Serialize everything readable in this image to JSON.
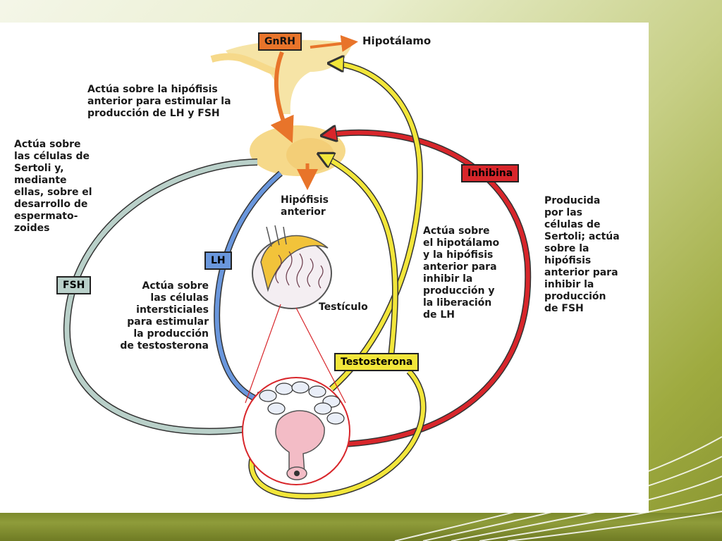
{
  "colors": {
    "gnrh": "#e8742a",
    "yellow": "#f2e63a",
    "red": "#d8262b",
    "blue": "#6a97dd",
    "fsh": "#b9d0c9",
    "pituitary": "#f6d98a"
  },
  "labels": {
    "gnrh": "GnRH",
    "hipotalamo": "Hipotálamo",
    "gnrh_action": "Actúa sobre la hipófisis\nanterior para estimular la\nproducción de LH y FSH",
    "fsh_action": "Actúa sobre\nlas células de\nSertoli y,\nmediante\nellas, sobre el\ndesarrollo de\nespermato-\nzoides",
    "fsh": "FSH",
    "lh": "LH",
    "lh_action": "Actúa sobre\nlas células\nintersticiales\npara estimular\nla producción\nde testosterona",
    "hipofisis": "Hipófisis\nanterior",
    "testiculo": "Testículo",
    "testosterona": "Testosterona",
    "testo_action": "Actúa sobre\nel hipotálamo\ny la hipófisis\nanterior para\ninhibir la\nproducción y\nla liberación\nde LH",
    "inhibina": "Inhibina",
    "inhibina_action": "Producida\npor las\ncélulas de\nSertoli; actúa\nsobre la\nhipófisis\nanterior para\ninhibir la\nproducción\nde FSH"
  }
}
